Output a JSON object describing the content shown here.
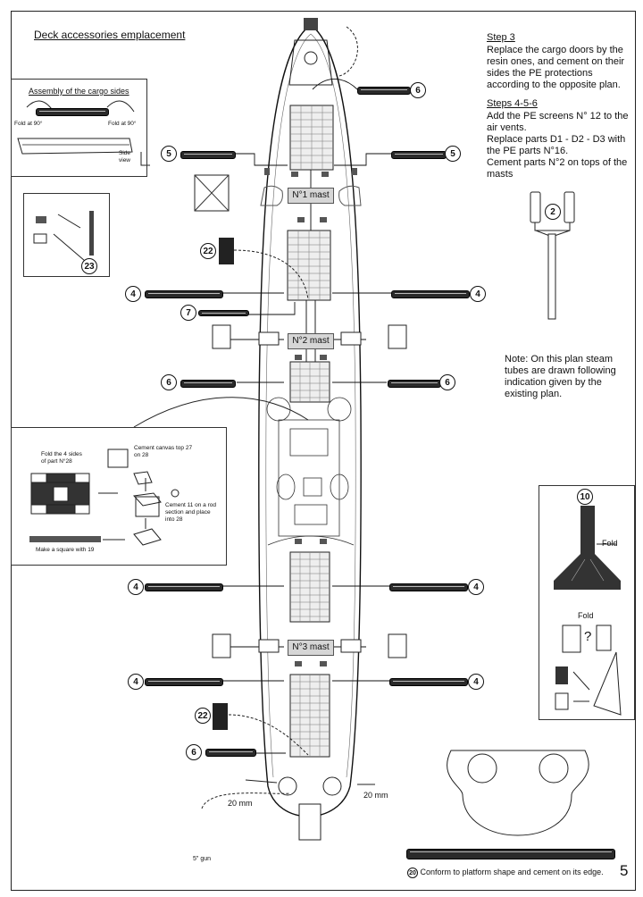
{
  "title": "Deck accessories emplacement",
  "page_number": "5",
  "steps": {
    "step3_heading": "Step 3",
    "step3_text": "Replace the cargo doors by the\nresin ones, and cement on their\nsides the PE protections\naccording to the opposite plan.",
    "step456_heading": "Steps 4-5-6",
    "step456_text": "Add the PE screens N° 12 to the\nair vents.\nReplace parts D1 - D2 - D3 with\nthe PE parts N°16.\nCement parts N°2 on tops of the\nmasts"
  },
  "note": "Note: On this plan steam\ntubes are drawn following\nindication given by the\nexisting plan.",
  "cargo_sides": {
    "title": "Assembly of the cargo sides",
    "fold_left": "Fold at 90°",
    "fold_right": "Fold at 90°",
    "side_view": "Side\nview"
  },
  "masts": [
    "N°1 mast",
    "N°2 mast",
    "N°3 mast"
  ],
  "canvas_box": {
    "fold_text": "Fold the 4 sides\nof part N°",
    "fold_part": "28",
    "cement_canvas": "Cement canvas top",
    "canvas_part": "27",
    "canvas_on": "on",
    "canvas_on_part": "28",
    "cement_rod": "Cement",
    "rod_part": "11",
    "rod_text": "on a rod\nsection and place\ninto",
    "rod_into_part": "28",
    "square_text": "Make a square with",
    "square_part": "19"
  },
  "fold_box": {
    "fold_top": "Fold",
    "fold_bottom": "Fold",
    "question": "?"
  },
  "callouts": [
    "6",
    "5",
    "5",
    "2",
    "22",
    "23",
    "4",
    "4",
    "7",
    "6",
    "6",
    "4",
    "4",
    "10",
    "4",
    "4",
    "22",
    "6",
    "20"
  ],
  "gun_labels": {
    "mm20_left": "20 mm",
    "mm20_right": "20 mm",
    "gun5": "5\" gun"
  },
  "platform_note_part": "20",
  "platform_note": "Conform to platform shape and cement on its edge."
}
